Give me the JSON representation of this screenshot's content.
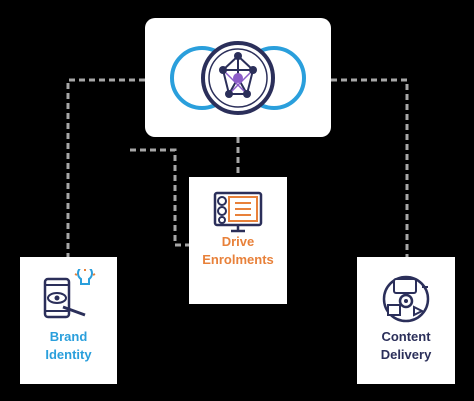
{
  "diagram": {
    "hub": {
      "icon": "network-nodes-icon"
    },
    "nodes": [
      {
        "id": "brand",
        "line1": "Brand",
        "line2": "Identity",
        "icon": "brand-identity-icon",
        "color": "#2a9fdc"
      },
      {
        "id": "drive",
        "line1": "Drive",
        "line2": "Enrolments",
        "icon": "monitor-checklist-icon",
        "color": "#e8813a"
      },
      {
        "id": "content",
        "line1": "Content",
        "line2": "Delivery",
        "icon": "content-delivery-icon",
        "color": "#2b2f5a"
      }
    ],
    "colors": {
      "background": "#000000",
      "connector": "#a6a6a6",
      "hub_ring": "#2a9fdc",
      "hub_center": "#2b2f5a",
      "accent_orange": "#e8813a",
      "accent_purple": "#8b5cc8"
    }
  }
}
